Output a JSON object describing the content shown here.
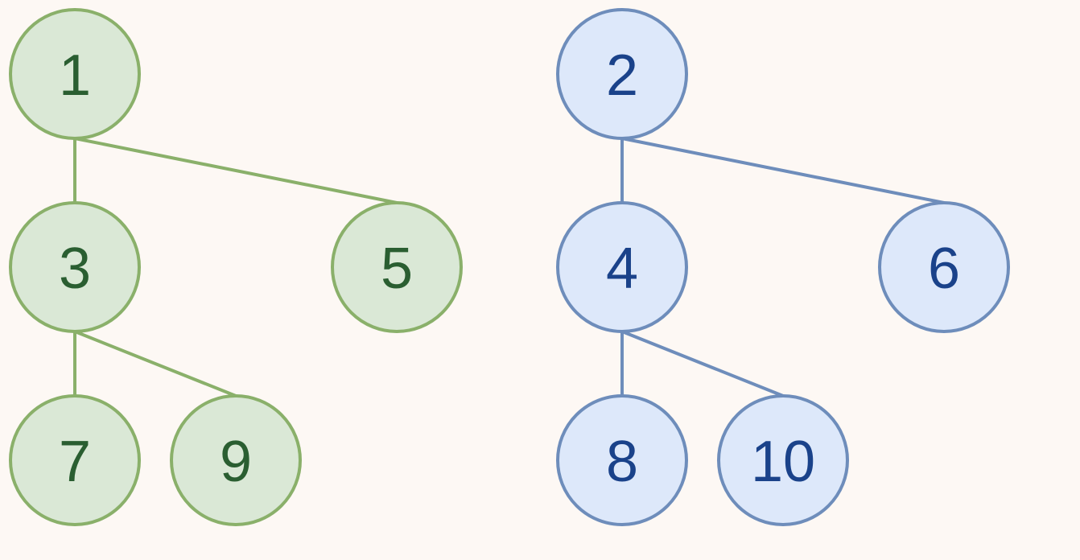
{
  "colors": {
    "background": "#fdf8f4",
    "green_fill": "#dae8d6",
    "green_stroke": "#8ab06a",
    "green_text": "#2a5e31",
    "blue_fill": "#dde8fa",
    "blue_stroke": "#6e8dbb",
    "blue_text": "#1a428a"
  },
  "trees": [
    {
      "theme": "green",
      "nodes": [
        {
          "id": "n1",
          "label": "1"
        },
        {
          "id": "n3",
          "label": "3"
        },
        {
          "id": "n5",
          "label": "5"
        },
        {
          "id": "n7",
          "label": "7"
        },
        {
          "id": "n9",
          "label": "9"
        }
      ],
      "edges": [
        [
          "n1",
          "n3"
        ],
        [
          "n1",
          "n5"
        ],
        [
          "n3",
          "n7"
        ],
        [
          "n3",
          "n9"
        ]
      ]
    },
    {
      "theme": "blue",
      "nodes": [
        {
          "id": "n2",
          "label": "2"
        },
        {
          "id": "n4",
          "label": "4"
        },
        {
          "id": "n6",
          "label": "6"
        },
        {
          "id": "n8",
          "label": "8"
        },
        {
          "id": "n10",
          "label": "10"
        }
      ],
      "edges": [
        [
          "n2",
          "n4"
        ],
        [
          "n2",
          "n6"
        ],
        [
          "n4",
          "n8"
        ],
        [
          "n4",
          "n10"
        ]
      ]
    }
  ]
}
